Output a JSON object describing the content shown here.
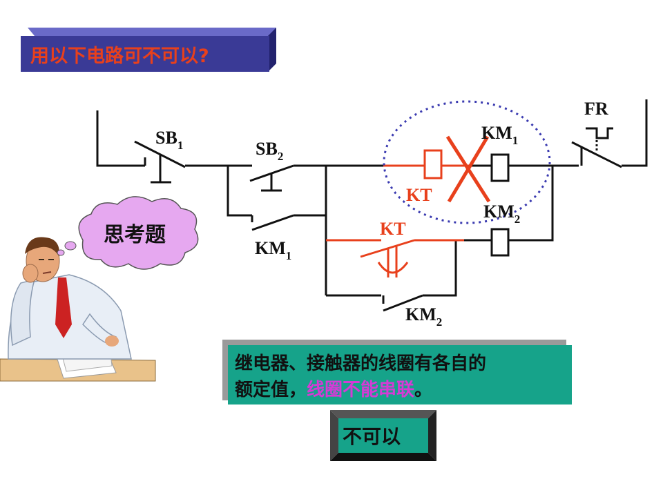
{
  "title": "用以下电路可不可以?",
  "thought_bubble": "思考题",
  "labels": {
    "fr": "FR",
    "sb1": "SB",
    "sb1_sub": "1",
    "sb2": "SB",
    "sb2_sub": "2",
    "km1_coil": "KM",
    "km1_coil_sub": "1",
    "km1_contact": "KM",
    "km1_contact_sub": "1",
    "km2_coil": "KM",
    "km2_coil_sub": "2",
    "km2_contact": "KM",
    "km2_contact_sub": "2",
    "kt_coil": "KT",
    "kt_contact": "KT"
  },
  "note": {
    "line1": "继电器、接触器的线圈有各自的",
    "line2_normal": "额定值，",
    "line2_highlight": "线圈不能串联",
    "line2_end": "。"
  },
  "answer": "不可以",
  "colors": {
    "title_banner": "#3a3a96",
    "title_text": "#e8401c",
    "circuit": "#111111",
    "highlight": "#e8401c",
    "dotted_circle": "#3a3ab0",
    "note_bg": "#16a38a",
    "note_highlight": "#d63ad6",
    "answer_bg": "#16a38a",
    "bubble": "#e6a8f0"
  }
}
